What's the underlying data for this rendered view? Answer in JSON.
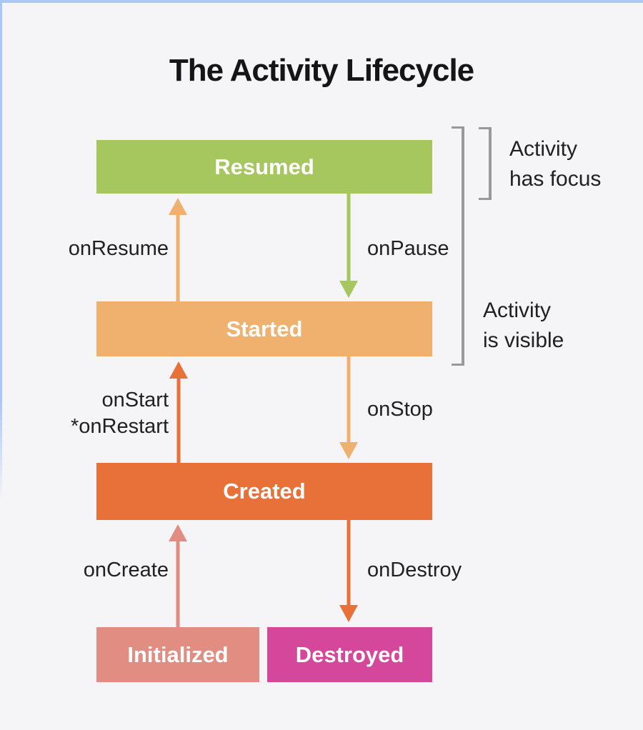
{
  "title": "The Activity Lifecycle",
  "states": {
    "resumed": {
      "label": "Resumed",
      "color": "#a6c75e"
    },
    "started": {
      "label": "Started",
      "color": "#f0b16e"
    },
    "created": {
      "label": "Created",
      "color": "#e8713a"
    },
    "initialized": {
      "label": "Initialized",
      "color": "#e28d82"
    },
    "destroyed": {
      "label": "Destroyed",
      "color": "#d5479a"
    }
  },
  "transitions": {
    "onResume": {
      "label": "onResume",
      "direction": "up",
      "color": "#f0b16e"
    },
    "onPause": {
      "label": "onPause",
      "direction": "down",
      "color": "#a6c75e"
    },
    "onStart": {
      "label": "onStart",
      "label2": "*onRestart",
      "direction": "up",
      "color": "#e8713a"
    },
    "onStop": {
      "label": "onStop",
      "direction": "down",
      "color": "#f0b16e"
    },
    "onCreate": {
      "label": "onCreate",
      "direction": "up",
      "color": "#e28d82"
    },
    "onDestroy": {
      "label": "onDestroy",
      "direction": "down",
      "color": "#e8713a"
    }
  },
  "annotations": {
    "focus": {
      "line1": "Activity",
      "line2": "has focus"
    },
    "visible": {
      "line1": "Activity",
      "line2": "is visible"
    }
  },
  "colors": {
    "background": "#f5f4f7",
    "edge": "#abc7f6",
    "bracket": "#999999",
    "text": "#212121"
  }
}
